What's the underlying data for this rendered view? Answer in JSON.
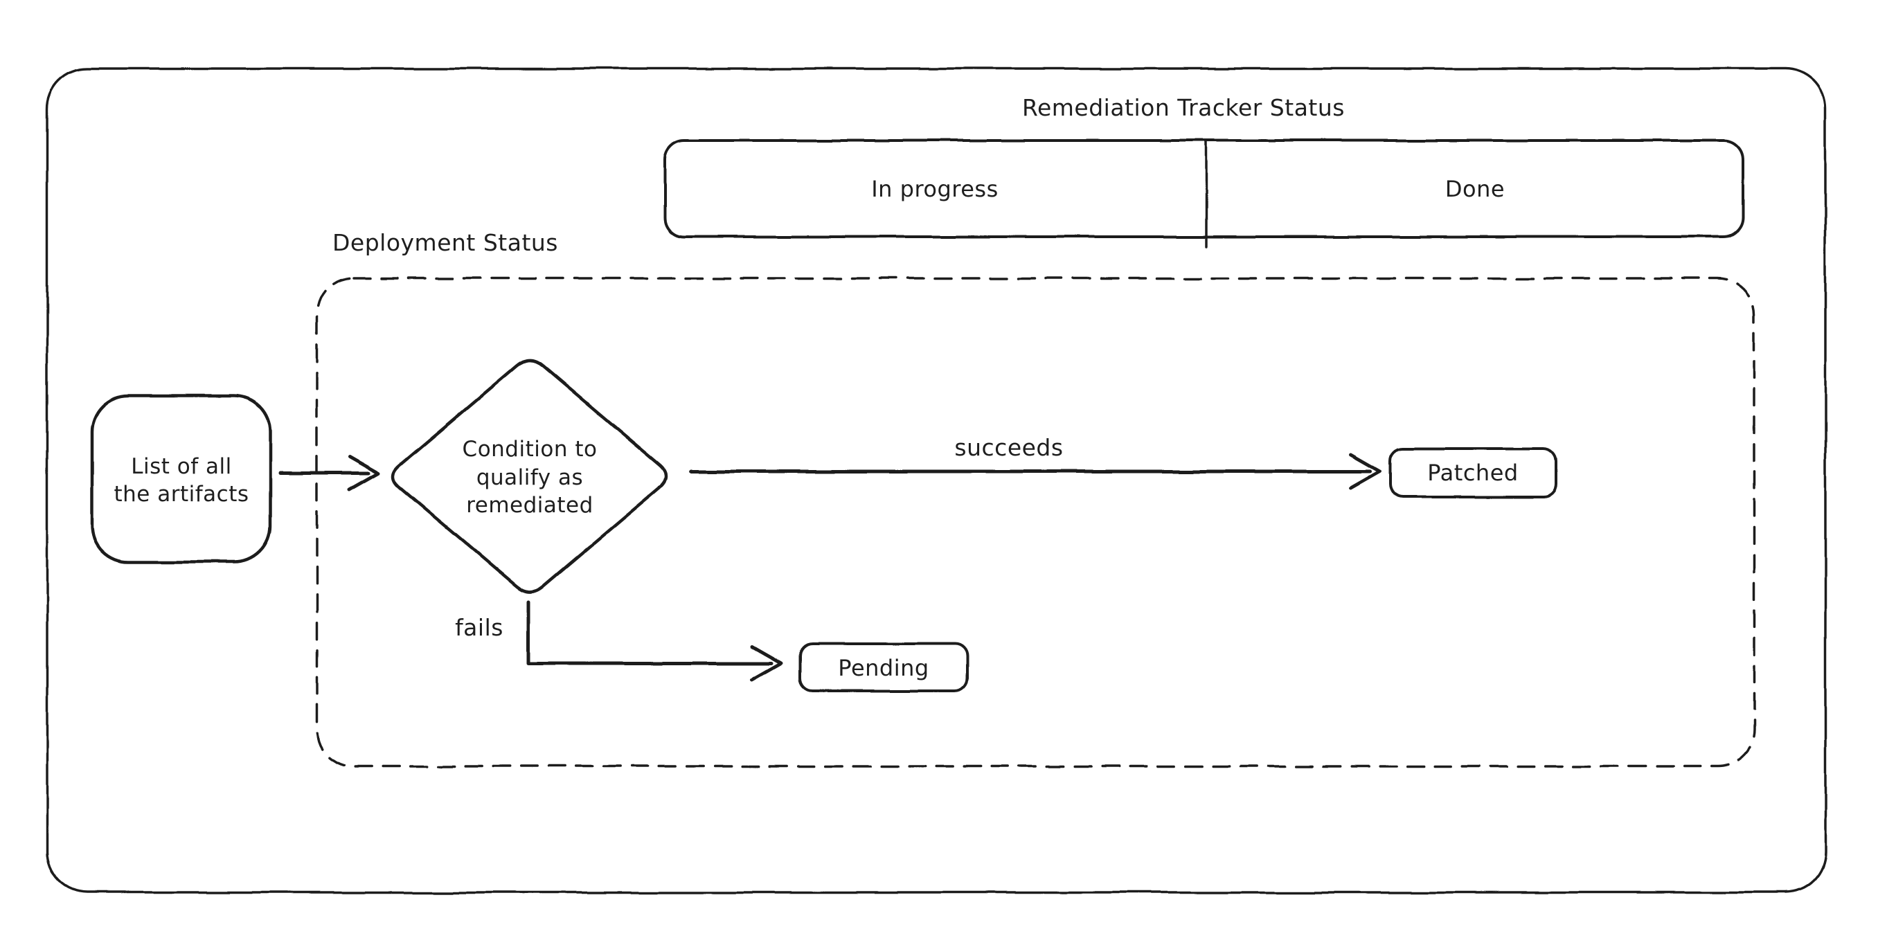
{
  "diagram": {
    "title": "Remediation Tracker Status",
    "tracker_bar": {
      "left_cell": "In progress",
      "right_cell": "Done"
    },
    "deployment_region_label": "Deployment Status",
    "artifacts_box": {
      "line1": "List of all",
      "line2": "the artifacts"
    },
    "decision_diamond": {
      "line1": "Condition to",
      "line2": "qualify as",
      "line3": "remediated"
    },
    "edge_labels": {
      "succeeds": "succeeds",
      "fails": "fails"
    },
    "patched_box": "Patched",
    "pending_box": "Pending",
    "colors": {
      "ink": "#1e1e1e",
      "background": "#ffffff"
    }
  }
}
